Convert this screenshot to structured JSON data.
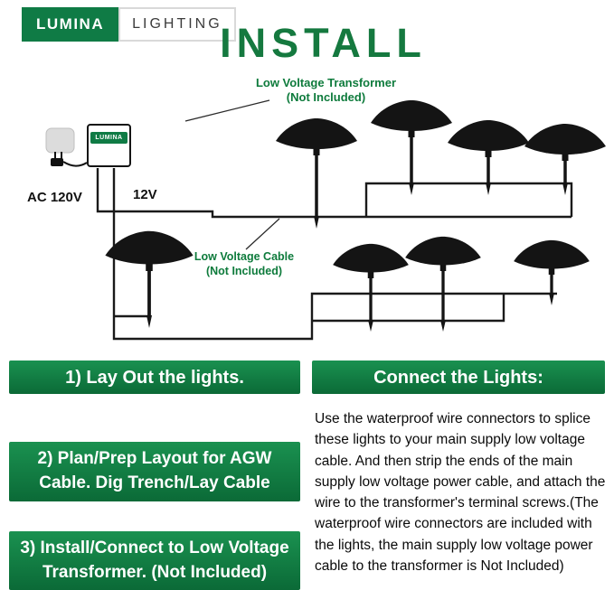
{
  "brand": {
    "name": "LUMINA",
    "tagline": "LIGHTING"
  },
  "title": "INSTALL",
  "diagram": {
    "transformer_note": "Low Voltage Transformer\n(Not Included)",
    "cable_note": "Low Voltage Cable\n(Not Included)",
    "ac_label": "AC 120V",
    "dc_label": "12V",
    "transformer_box_label": "LUMINA"
  },
  "steps": [
    {
      "label": "1)   Lay Out the lights."
    },
    {
      "label": "2)  Plan/Prep Layout for AGW\nCable. Dig Trench/Lay Cable"
    },
    {
      "label": "3) Install/Connect to Low Voltage\nTransformer.  (Not Included)"
    }
  ],
  "right_panel": {
    "header": "Connect the Lights:",
    "body": "Use the waterproof wire connectors to splice these lights to your main supply low voltage cable. And then strip the ends of the main supply low voltage power cable, and attach the wire to the transformer's terminal screws.(The waterproof wire connectors are included with the lights, the main supply low voltage power cable to the transformer is Not Included)"
  },
  "colors": {
    "green": "#0f7b45",
    "banner_top": "#1a9150",
    "banner_bottom": "#0b6a37",
    "wire": "#1a1a1a"
  }
}
